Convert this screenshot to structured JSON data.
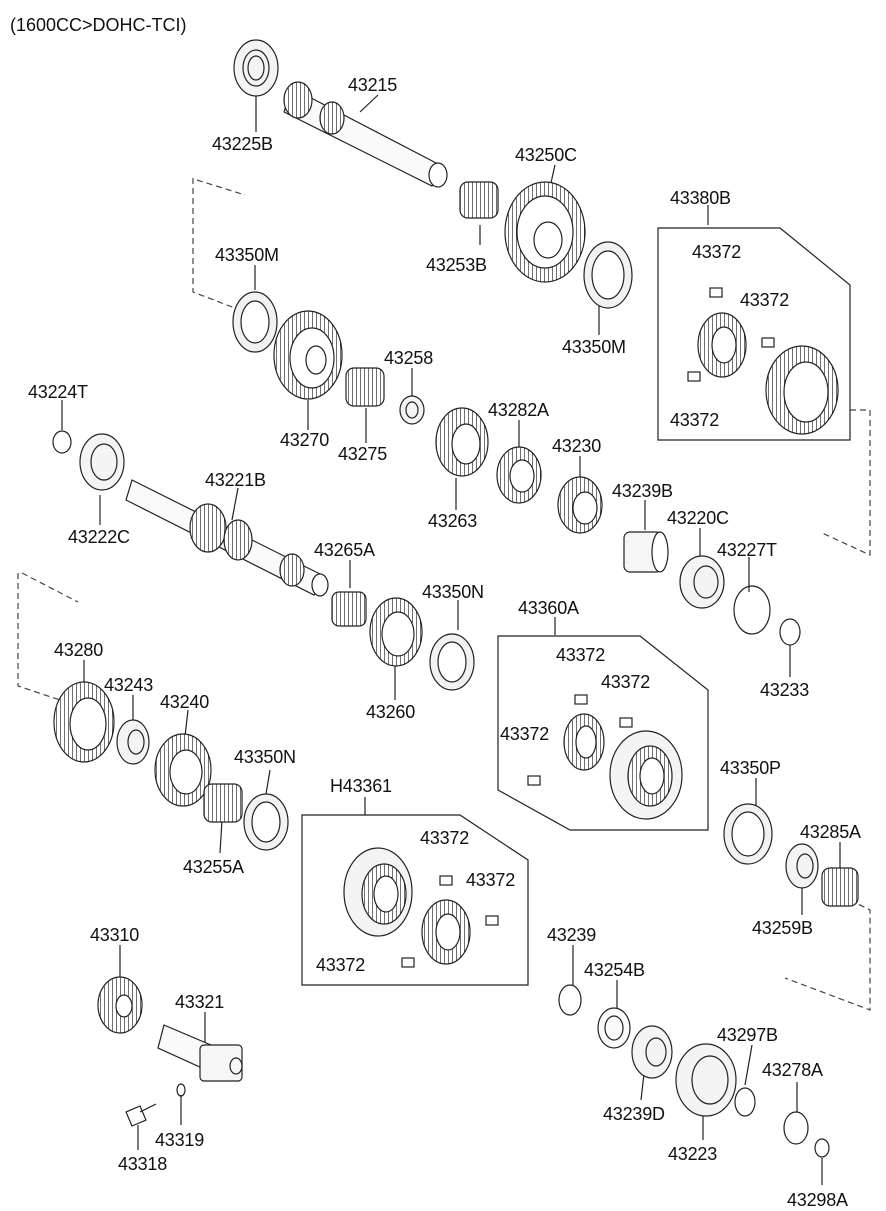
{
  "header": {
    "engine": "(1600CC>DOHC-TCI)"
  },
  "parts": [
    {
      "id": "p43225B",
      "label": "43225B"
    },
    {
      "id": "p43215",
      "label": "43215"
    },
    {
      "id": "p43250C",
      "label": "43250C"
    },
    {
      "id": "p43253B",
      "label": "43253B"
    },
    {
      "id": "p43380B",
      "label": "43380B"
    },
    {
      "id": "p43350M_a",
      "label": "43350M"
    },
    {
      "id": "p43350M_b",
      "label": "43350M"
    },
    {
      "id": "p43258",
      "label": "43258"
    },
    {
      "id": "p43270",
      "label": "43270"
    },
    {
      "id": "p43275",
      "label": "43275"
    },
    {
      "id": "p43224T",
      "label": "43224T"
    },
    {
      "id": "p43222C",
      "label": "43222C"
    },
    {
      "id": "p43221B",
      "label": "43221B"
    },
    {
      "id": "p43263",
      "label": "43263"
    },
    {
      "id": "p43282A",
      "label": "43282A"
    },
    {
      "id": "p43230",
      "label": "43230"
    },
    {
      "id": "p43239B",
      "label": "43239B"
    },
    {
      "id": "p43220C",
      "label": "43220C"
    },
    {
      "id": "p43227T",
      "label": "43227T"
    },
    {
      "id": "p43265A",
      "label": "43265A"
    },
    {
      "id": "p43350N_a",
      "label": "43350N"
    },
    {
      "id": "p43260",
      "label": "43260"
    },
    {
      "id": "p43360A",
      "label": "43360A"
    },
    {
      "id": "p43233",
      "label": "43233"
    },
    {
      "id": "p43280",
      "label": "43280"
    },
    {
      "id": "p43243",
      "label": "43243"
    },
    {
      "id": "p43240",
      "label": "43240"
    },
    {
      "id": "p43350N_b",
      "label": "43350N"
    },
    {
      "id": "p43255A",
      "label": "43255A"
    },
    {
      "id": "pH43361",
      "label": "H43361"
    },
    {
      "id": "p43350P",
      "label": "43350P"
    },
    {
      "id": "p43285A",
      "label": "43285A"
    },
    {
      "id": "p43259B",
      "label": "43259B"
    },
    {
      "id": "p43310",
      "label": "43310"
    },
    {
      "id": "p43321",
      "label": "43321"
    },
    {
      "id": "p43319",
      "label": "43319"
    },
    {
      "id": "p43318",
      "label": "43318"
    },
    {
      "id": "p43239",
      "label": "43239"
    },
    {
      "id": "p43254B",
      "label": "43254B"
    },
    {
      "id": "p43239D",
      "label": "43239D"
    },
    {
      "id": "p43223",
      "label": "43223"
    },
    {
      "id": "p43297B",
      "label": "43297B"
    },
    {
      "id": "p43278A",
      "label": "43278A"
    },
    {
      "id": "p43298A",
      "label": "43298A"
    },
    {
      "id": "k1",
      "label": "43372"
    },
    {
      "id": "k2",
      "label": "43372"
    },
    {
      "id": "k3",
      "label": "43372"
    },
    {
      "id": "k4",
      "label": "43372"
    },
    {
      "id": "k5",
      "label": "43372"
    },
    {
      "id": "k6",
      "label": "43372"
    },
    {
      "id": "k7",
      "label": "43372"
    },
    {
      "id": "k8",
      "label": "43372"
    },
    {
      "id": "k9",
      "label": "43372"
    }
  ]
}
